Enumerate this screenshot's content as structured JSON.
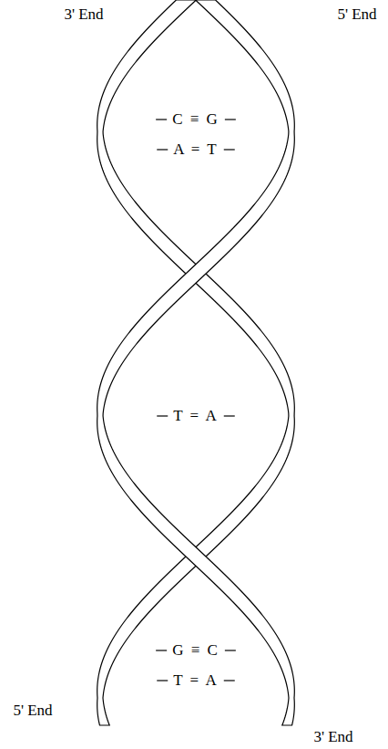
{
  "diagram": {
    "labels": [
      "3' End",
      "5' End",
      "C ≡ G",
      "A = T",
      "T = A",
      "G ≡ C",
      "T = A",
      "5' End",
      "3' End"
    ]
  }
}
